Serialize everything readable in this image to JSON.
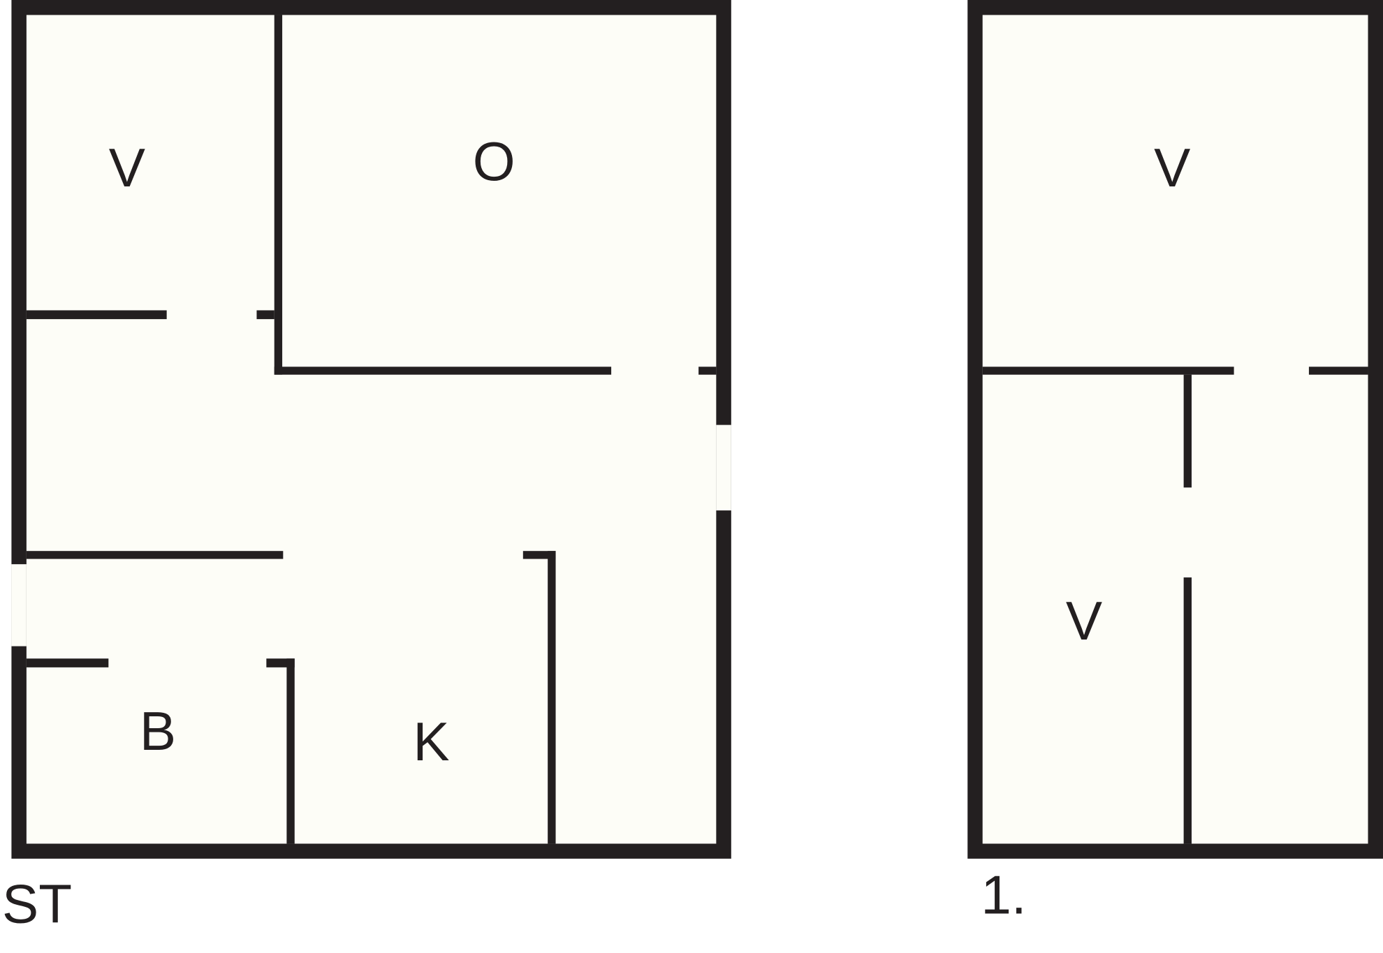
{
  "colors": {
    "wall": "#231f20",
    "floor": "#fdfdf7",
    "background": "#ffffff"
  },
  "plans": [
    {
      "floor_label": "ST",
      "rooms": [
        {
          "label": "V"
        },
        {
          "label": "O"
        },
        {
          "label": "B"
        },
        {
          "label": "K"
        }
      ]
    },
    {
      "floor_label": "1.",
      "rooms": [
        {
          "label": "V"
        },
        {
          "label": "V"
        }
      ]
    }
  ]
}
